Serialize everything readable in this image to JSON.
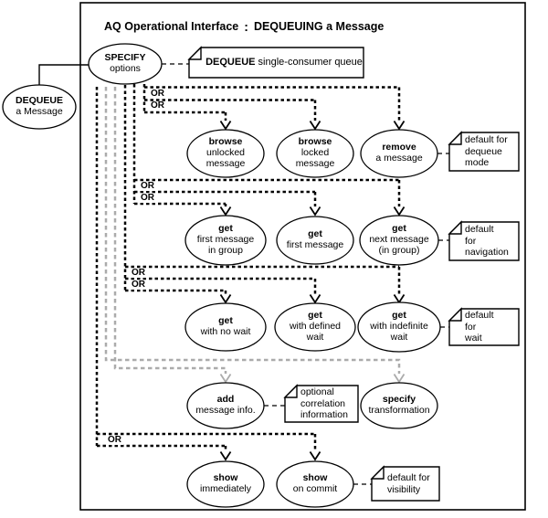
{
  "window": {
    "title_left": "AQ Operational Interface",
    "title_sep": ":",
    "title_right": "DEQUEUING a Message"
  },
  "labels": {
    "or": "OR"
  },
  "nodes": {
    "dequeue": {
      "l1": "DEQUEUE",
      "l2": "a Message"
    },
    "specify": {
      "l1": "SPECIFY",
      "l2": "options"
    },
    "browse_unlocked": {
      "l1": "browse",
      "l2": "unlocked",
      "l3": "message"
    },
    "browse_locked": {
      "l1": "browse",
      "l2": "locked",
      "l3": "message"
    },
    "remove": {
      "l1": "remove",
      "l2": "a message"
    },
    "get_first_group": {
      "l1": "get",
      "l2": "first message",
      "l3": "in group"
    },
    "get_first": {
      "l1": "get",
      "l2": "first message"
    },
    "get_next": {
      "l1": "get",
      "l2": "next message",
      "l3": "(in group)"
    },
    "get_no_wait": {
      "l1": "get",
      "l2": "with no wait"
    },
    "get_defined_wait": {
      "l1": "get",
      "l2": "with defined",
      "l3": "wait"
    },
    "get_indefinite_wait": {
      "l1": "get",
      "l2": "with indefinite",
      "l3": "wait"
    },
    "add_info": {
      "l1": "add",
      "l2": "message info."
    },
    "specify_transform": {
      "l1": "specify",
      "l2": "transformation"
    },
    "show_immediately": {
      "l1": "show",
      "l2": "immediately"
    },
    "show_commit": {
      "l1": "show",
      "l2": "on commit"
    }
  },
  "notes": {
    "single_consumer": {
      "bold": "DEQUEUE",
      "rest": " single-consumer queue"
    },
    "dequeue_mode": {
      "l1": "default for",
      "l2": "dequeue",
      "l3": "mode"
    },
    "navigation": {
      "l1": "default",
      "l2": "for",
      "l3": "navigation"
    },
    "wait": {
      "l1": "default",
      "l2": "for",
      "l3": "wait"
    },
    "correlation": {
      "l1": "optional",
      "l2": "correlation",
      "l3": "information"
    },
    "visibility": {
      "l1": "default for",
      "l2": "visibility"
    }
  },
  "colors": {
    "line": "#000000",
    "gray_line": "#ababab",
    "background": "#ffffff"
  }
}
